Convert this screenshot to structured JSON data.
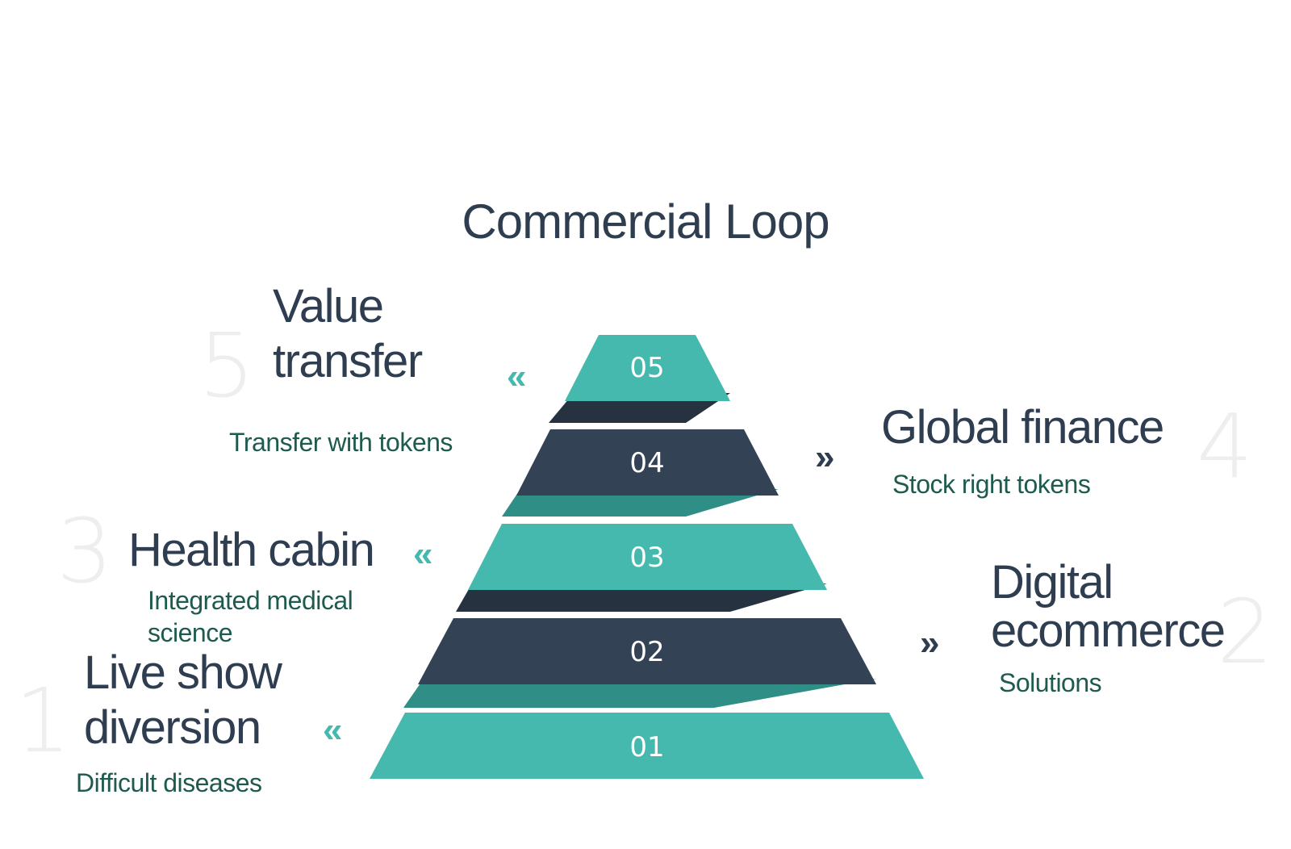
{
  "title": "Commercial Loop",
  "colors": {
    "teal": "#46b9ae",
    "teal_dark": "#2f8f86",
    "navy": "#334255",
    "navy_dark": "#263240",
    "muted_number": "#eeeeee"
  },
  "pyramid_levels": [
    "01",
    "02",
    "03",
    "04",
    "05"
  ],
  "items": [
    {
      "number": "1",
      "heading_lines": [
        "Live show",
        "diversion"
      ],
      "subtitle": "Difficult diseases",
      "arrow": "«"
    },
    {
      "number": "2",
      "heading_lines": [
        "Digital",
        "ecommerce"
      ],
      "subtitle": "Solutions",
      "arrow": "»"
    },
    {
      "number": "3",
      "heading_lines": [
        "Health cabin"
      ],
      "subtitle_lines": [
        "Integrated medical",
        "science"
      ],
      "arrow": "«"
    },
    {
      "number": "4",
      "heading_lines": [
        "Global finance"
      ],
      "subtitle": "Stock right tokens",
      "arrow": "»"
    },
    {
      "number": "5",
      "heading_lines": [
        "Value",
        "transfer"
      ],
      "subtitle": "Transfer with tokens",
      "arrow": "«"
    }
  ]
}
